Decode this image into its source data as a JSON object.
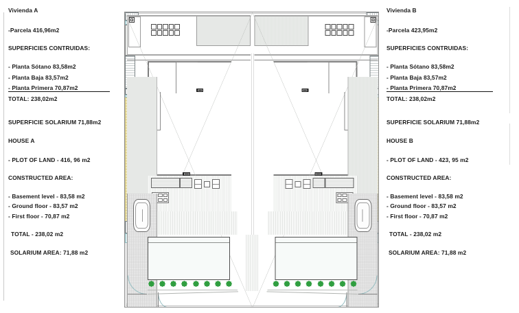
{
  "document": {
    "type": "architectural-floor-plan",
    "title_implicit": "Semi-detached villas A and B — site / floor plan with area schedule"
  },
  "left_panel": {
    "heading_es": "Vivienda A",
    "parcela_es": "-Parcela 416,96m2",
    "surfaces_heading_es": "SUPERFICIES CONTRUIDAS:",
    "surfaces_es": [
      "- Planta Sótano 83,58m2",
      "- Planta Baja 83,57m2",
      "- Planta Primera 70,87m2"
    ],
    "total_es": "TOTAL: 238,02m2",
    "solarium_es": "SUPERFICIE SOLARIUM 71,88m2",
    "heading_en": "HOUSE A",
    "plot_en": "- PLOT OF LAND - 416, 96 m2",
    "constructed_heading_en": "CONSTRUCTED AREA:",
    "areas_en": [
      "- Basement level - 83,58 m2",
      "- Ground floor - 83,57 m2",
      "- First floor - 70,87 m2"
    ],
    "total_en": "TOTAL - 238,02 m2",
    "solarium_en": "SOLARIUM AREA: 71,88 m2"
  },
  "right_panel": {
    "heading_es": "Vivienda B",
    "parcela_es": "-Parcela 423,95m2",
    "surfaces_heading_es": "SUPERFICIES CONTRUIDAS:",
    "surfaces_es": [
      "- Planta Sótano 83,58m2",
      "- Planta Baja 83,57m2",
      "- Planta Primera 70,87m2"
    ],
    "total_es": "TOTAL: 238,02m2",
    "solarium_es": "SUPERFICIE SOLARIUM 71,88m2",
    "heading_en": "HOUSE B",
    "plot_en": "- PLOT OF LAND - 423, 95 m2",
    "constructed_heading_en": "CONSTRUCTED AREA:",
    "areas_en": [
      "- Basement level - 83,58 m2",
      "- Ground floor - 83,57 m2",
      "- First floor - 70,87 m2"
    ],
    "total_en": "TOTAL - 238,02 m2",
    "solarium_en": "SOLARIUM AREA: 71,88 m2"
  },
  "plan": {
    "mirrored_units": 2,
    "unit_labels": [
      "A",
      "B"
    ],
    "features": [
      "solar-panel-array",
      "roof-stair",
      "skylight-void",
      "interior-stair",
      "party-wall",
      "terrace-deck",
      "dining-set",
      "sun-loungers",
      "swimming-pool",
      "shrub-hedge",
      "driveway-paving",
      "parked-car",
      "entrance-door-swing"
    ],
    "solar_panel_grid": {
      "rows": 2,
      "cols": 5
    },
    "dining_chairs": 6,
    "shrubs_per_unit": 8
  },
  "colors": {
    "frame_outline": "#8d8d8d",
    "wall": "#7d7d7d",
    "party_wall": "#efe7b8",
    "terrace_tint": "#eef1ee",
    "glazing": "#dff0f2",
    "shrub_green": "#2f9e3f",
    "paving": "#e8e8e8",
    "text": "#1a1a1a"
  }
}
